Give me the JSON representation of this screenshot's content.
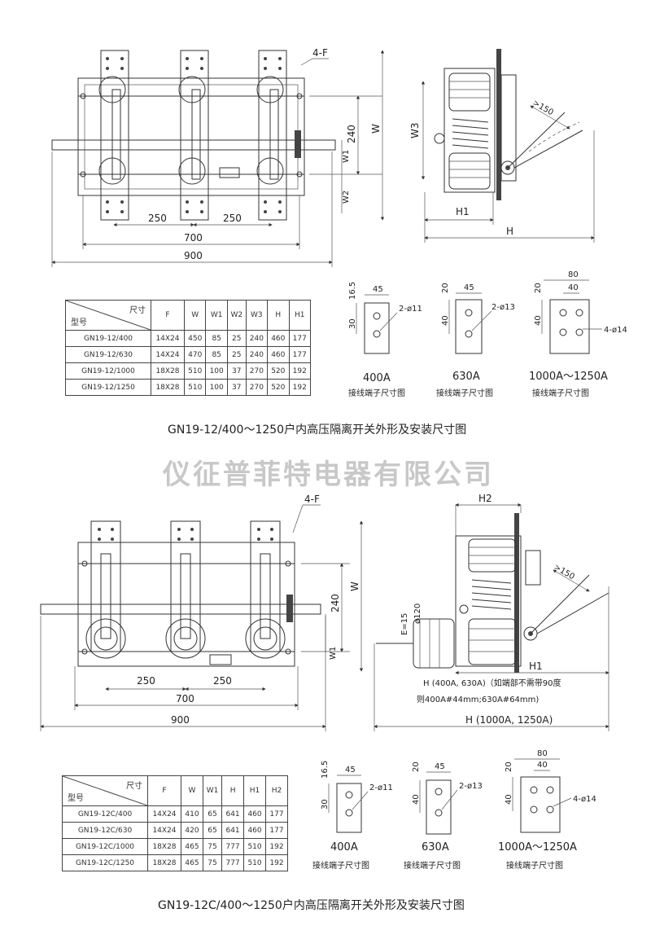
{
  "watermark": "仪征普菲特电器有限公司",
  "section1": {
    "caption": "GN19-12/400～1250户内高压隔离开关外形及安装尺寸图",
    "front_view": {
      "label_4F": "4-F",
      "dim_250a": "250",
      "dim_250b": "250",
      "dim_700": "700",
      "dim_900": "900",
      "dim_240": "240",
      "dim_W": "W",
      "dim_W1": "W1",
      "dim_W2": "W2"
    },
    "side_view": {
      "dim_W3": "W3",
      "dim_H1": "H1",
      "dim_H": "H",
      "dim_150": ">150"
    },
    "table": {
      "header_top": "尺寸",
      "header_bottom": "型号",
      "columns": [
        "F",
        "W",
        "W1",
        "W2",
        "W3",
        "H",
        "H1"
      ],
      "rows": [
        [
          "GN19-12/400",
          "14X24",
          "450",
          "85",
          "25",
          "240",
          "460",
          "177"
        ],
        [
          "GN19-12/630",
          "14X24",
          "470",
          "85",
          "25",
          "240",
          "460",
          "177"
        ],
        [
          "GN19-12/1000",
          "18X28",
          "510",
          "100",
          "37",
          "270",
          "520",
          "192"
        ],
        [
          "GN19-12/1250",
          "18X28",
          "510",
          "100",
          "37",
          "270",
          "520",
          "192"
        ]
      ]
    },
    "terminals": [
      {
        "rating": "400A",
        "label": "接线端子尺寸图",
        "hole": "2-ø11",
        "d1": "16.5",
        "d2": "45",
        "d3": "30"
      },
      {
        "rating": "630A",
        "label": "接线端子尺寸图",
        "hole": "2-ø13",
        "d1": "20",
        "d2": "45",
        "d3": "40"
      },
      {
        "rating": "1000A～1250A",
        "label": "接线端子尺寸图",
        "hole": "4-ø14",
        "d1": "20",
        "d2": "40",
        "d3": "40",
        "d4": "80"
      }
    ]
  },
  "section2": {
    "caption": "GN19-12C/400～1250户内高压隔离开关外形及安装尺寸图",
    "front_view": {
      "label_4F": "4-F",
      "dim_250a": "250",
      "dim_250b": "250",
      "dim_700": "700",
      "dim_900": "900",
      "dim_240": "240",
      "dim_W": "W",
      "dim_W1": "W1"
    },
    "side_view": {
      "dim_H2": "H2",
      "dim_H1": "H1",
      "dim_150": ">150",
      "dim_120": "ø120",
      "dim_E": "E=15",
      "note_H1": "H (400A, 630A)（如端部不需带90度",
      "note_H2": "则400A#44mm;630A#64mm)",
      "dim_H_big": "H (1000A, 1250A)"
    },
    "table": {
      "header_top": "尺寸",
      "header_bottom": "型号",
      "columns": [
        "F",
        "W",
        "W1",
        "H",
        "H1",
        "H2"
      ],
      "rows": [
        [
          "GN19-12C/400",
          "14X24",
          "410",
          "65",
          "641",
          "460",
          "177"
        ],
        [
          "GN19-12C/630",
          "14X24",
          "420",
          "65",
          "641",
          "460",
          "177"
        ],
        [
          "GN19-12C/1000",
          "18X28",
          "465",
          "75",
          "777",
          "510",
          "192"
        ],
        [
          "GN19-12C/1250",
          "18X28",
          "465",
          "75",
          "777",
          "510",
          "192"
        ]
      ]
    },
    "terminals": [
      {
        "rating": "400A",
        "label": "接线端子尺寸图",
        "hole": "2-ø11",
        "d1": "16.5",
        "d2": "45",
        "d3": "30"
      },
      {
        "rating": "630A",
        "label": "接线端子尺寸图",
        "hole": "2-ø13",
        "d1": "20",
        "d2": "45",
        "d3": "40"
      },
      {
        "rating": "1000A～1250A",
        "label": "接线端子尺寸图",
        "hole": "4-ø14",
        "d1": "20",
        "d2": "40",
        "d3": "40",
        "d4": "80"
      }
    ]
  }
}
